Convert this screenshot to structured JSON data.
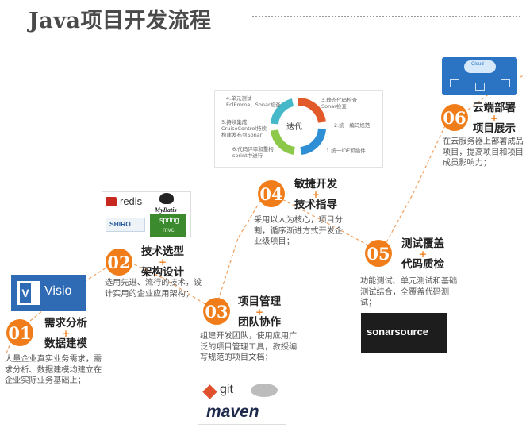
{
  "page": {
    "title": "Java项目开发流程"
  },
  "steps": [
    {
      "num": "01",
      "line1": "需求分析",
      "line2": "数据建模",
      "desc": "大量企业真实业务需求，需求分析、数据建模均建立在企业实际业务基础上；"
    },
    {
      "num": "02",
      "line1": "技术选型",
      "line2": "架构设计",
      "desc": "选用先进、流行的技术，设计实用的企业应用架构；"
    },
    {
      "num": "03",
      "line1": "项目管理",
      "line2": "团队协作",
      "desc": "组建开发团队，使用应用广泛的项目管理工具，教授编写规范的项目文档；"
    },
    {
      "num": "04",
      "line1": "敏捷开发",
      "line2": "技术指导",
      "desc": "采用以人为核心，项目分割，循序渐进方式开发企业级项目；"
    },
    {
      "num": "05",
      "line1": "测试覆盖",
      "line2": "代码质检",
      "desc": "功能测试、单元测试和基础测试结合，全覆盖代码测试；"
    },
    {
      "num": "06",
      "line1": "云端部署",
      "line2": "项目展示",
      "desc": "在云服务器上部署成品项目，提高项目和项目成员影响力；"
    }
  ],
  "plus_sign": "+",
  "logos": {
    "visio": "Visio",
    "redis": "redis",
    "mybatis": "MyBatis",
    "shiro": "SHIRO",
    "spring": "spring",
    "mvc": "mvc",
    "git": "git",
    "maven": "maven",
    "sonarsource": "sonarsource",
    "cloud": "Cloud"
  },
  "iteration": {
    "center": "迭代",
    "items": [
      "4.单元测试\nEclEmma、Sonar检查",
      "3.静态代码检查\nSonar检查",
      "5.持续集成\nCruiseControl持续\n构建发布到Sonar",
      "2.统一编码规范",
      "6.代码评审和重构\nsprint中进行",
      "1.统一IDE和插件"
    ]
  },
  "colors": {
    "accent": "#f07d1a",
    "visio": "#2f6bb5",
    "sonar": "#1d1d1d"
  }
}
